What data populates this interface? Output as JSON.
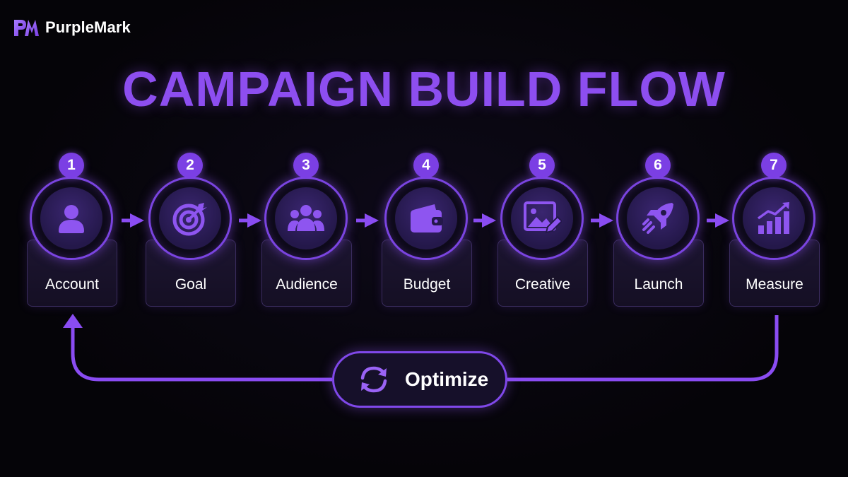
{
  "brand": {
    "name": "PurpleMark",
    "logo_icon": "pm-monogram-icon"
  },
  "title": "CAMPAIGN BUILD FLOW",
  "colors": {
    "accent": "#7b3fe4",
    "title": "#8d4ef0",
    "background": "#050408",
    "card": "#1a132c"
  },
  "steps": [
    {
      "number": "1",
      "label": "Account",
      "icon": "user-icon"
    },
    {
      "number": "2",
      "label": "Goal",
      "icon": "target-icon"
    },
    {
      "number": "3",
      "label": "Audience",
      "icon": "group-icon"
    },
    {
      "number": "4",
      "label": "Budget",
      "icon": "wallet-icon"
    },
    {
      "number": "5",
      "label": "Creative",
      "icon": "image-edit-icon"
    },
    {
      "number": "6",
      "label": "Launch",
      "icon": "rocket-icon"
    },
    {
      "number": "7",
      "label": "Measure",
      "icon": "bar-chart-growth-icon"
    }
  ],
  "loop": {
    "label": "Optimize",
    "icon": "refresh-cycle-icon"
  }
}
